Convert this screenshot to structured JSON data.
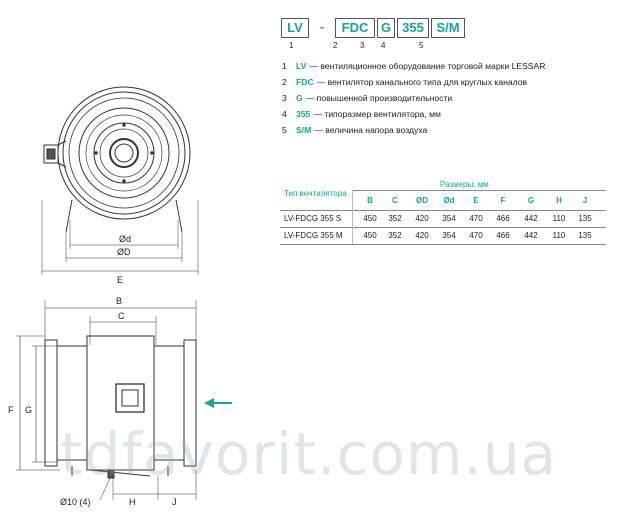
{
  "code": {
    "parts": [
      "LV",
      "-",
      "FDC",
      "G",
      "355",
      "S/M"
    ],
    "numbers": [
      "1",
      "2",
      "3",
      "4",
      "5"
    ]
  },
  "legend": [
    {
      "num": "1",
      "code": "LV",
      "text": "— вентиляционное оборудование торговой марки LESSAR"
    },
    {
      "num": "2",
      "code": "FDC",
      "text": "— вентилятор канального типа для круглых каналов"
    },
    {
      "num": "3",
      "code": "G",
      "text": "— повышенной производительности"
    },
    {
      "num": "4",
      "code": "355",
      "text": "— типоразмер вентилятора, мм"
    },
    {
      "num": "5",
      "code": "S/M",
      "text": "— величина напора воздуха"
    }
  ],
  "table": {
    "type_header": "Тип вентилятора",
    "sizes_header": "Размеры, мм",
    "columns": [
      "B",
      "C",
      "ØD",
      "Ød",
      "E",
      "F",
      "G",
      "H",
      "J"
    ],
    "rows": [
      {
        "model": "LV-FDCG 355 S",
        "values": [
          "450",
          "352",
          "420",
          "354",
          "470",
          "466",
          "442",
          "110",
          "135"
        ]
      },
      {
        "model": "LV-FDCG 355 M",
        "values": [
          "450",
          "352",
          "420",
          "354",
          "470",
          "466",
          "442",
          "110",
          "135"
        ]
      }
    ]
  },
  "drawing": {
    "front_labels": {
      "d": "Ød",
      "D": "ØD",
      "E": "E"
    },
    "side_labels": {
      "B": "B",
      "C": "C",
      "F": "F",
      "G": "G",
      "hole": "Ø10 (4)",
      "H": "H",
      "J": "J"
    }
  },
  "colors": {
    "accent": "#1aa39a",
    "line": "#333333"
  },
  "watermark": "tdfavorit.com.ua"
}
